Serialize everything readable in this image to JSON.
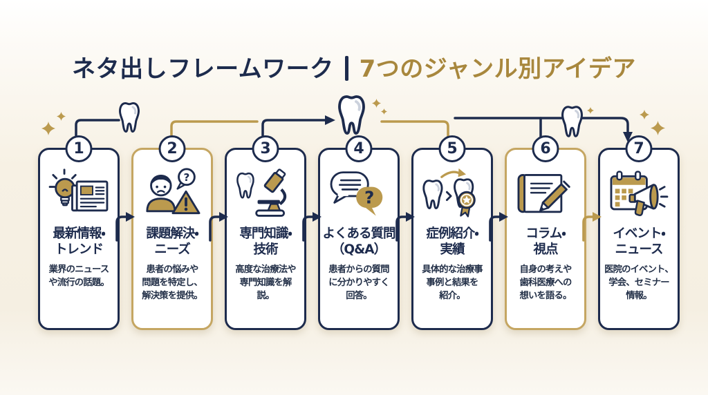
{
  "title": {
    "main": "ネタ出しフレームワーク",
    "accent": "7つのジャンル別アイデア"
  },
  "colors": {
    "navy": "#1d2b4d",
    "gold": "#bb9a4e",
    "gold_border": "#c5a662",
    "gold_title": "#a8873d",
    "text": "#233048",
    "card_bg": "#ffffff",
    "bg_cream": "#f6efe2"
  },
  "cards": [
    {
      "number": "1",
      "accent": "navy",
      "icon": "lightbulb-newspaper-icon",
      "title": "最新情報・\nトレンド",
      "description": "業界のニュース\nや流行の話題。"
    },
    {
      "number": "2",
      "accent": "gold",
      "icon": "person-question-warning-icon",
      "title": "課題解決・\nニーズ",
      "description": "患者の悩みや\n問題を特定し、\n解決策を提供。"
    },
    {
      "number": "3",
      "accent": "navy",
      "icon": "tooth-microscope-icon",
      "title": "専門知識・\n技術",
      "description": "高度な治療法や\n専門知識を解\n説。"
    },
    {
      "number": "4",
      "accent": "navy",
      "icon": "speech-bubbles-icon",
      "title": "よくある質問\n（Q&A）",
      "description": "患者からの質問\nに分かりやすく\n回答。"
    },
    {
      "number": "5",
      "accent": "navy",
      "icon": "tooth-award-icon",
      "title": "症例紹介・\n実績",
      "description": "具体的な治療事\n事例と結果を\n紹介。"
    },
    {
      "number": "6",
      "accent": "gold",
      "icon": "paper-pencil-icon",
      "title": "コラム・\n視点",
      "description": "自身の考えや\n歯科医療への\n想いを語る。"
    },
    {
      "number": "7",
      "accent": "navy",
      "icon": "calendar-megaphone-icon",
      "title": "イベント・\nニュース",
      "description": "医院のイベント、\n学会、セミナー\n情報。"
    }
  ],
  "flow": {
    "arrow_colors": [
      "navy",
      "navy",
      "navy",
      "navy",
      "navy",
      "gold"
    ]
  }
}
